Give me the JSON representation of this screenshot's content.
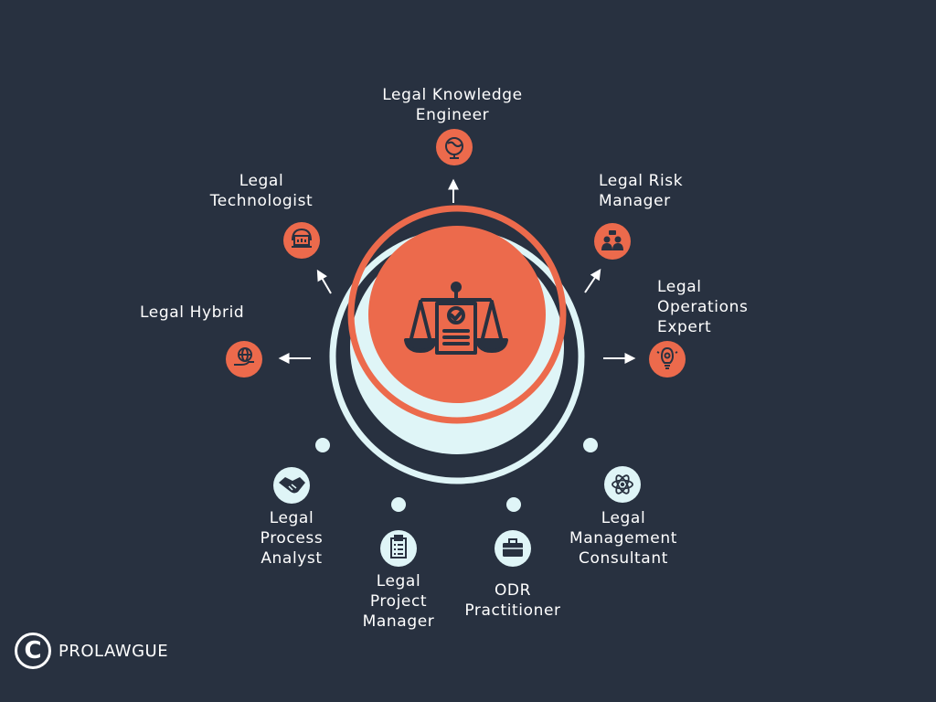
{
  "colors": {
    "background": "#283140",
    "accent": "#EC6A4C",
    "light": "#DFF5F7",
    "icon_dark": "#283140",
    "text": "#FFFFFF"
  },
  "center": {
    "icon": "scales-of-justice-checklist-icon"
  },
  "roles_orange": [
    {
      "label": "Legal Knowledge\nEngineer",
      "icon": "brain-globe-icon"
    },
    {
      "label": "Legal\nTechnologist",
      "icon": "laptop-headset-icon"
    },
    {
      "label": "Legal Risk\nManager",
      "icon": "people-group-icon"
    },
    {
      "label": "Legal Hybrid",
      "icon": "globe-hand-icon"
    },
    {
      "label": "Legal\nOperations\nExpert",
      "icon": "lightbulb-gear-icon"
    }
  ],
  "roles_light": [
    {
      "label": "Legal\nProcess\nAnalyst",
      "icon": "handshake-icon"
    },
    {
      "label": "Legal\nProject\nManager",
      "icon": "clipboard-checklist-icon"
    },
    {
      "label": "ODR\nPractitioner",
      "icon": "briefcase-icon"
    },
    {
      "label": "Legal\nManagement\nConsultant",
      "icon": "atom-icon"
    }
  ],
  "brand": {
    "mark": "C",
    "name": "PROLAWGUE"
  }
}
